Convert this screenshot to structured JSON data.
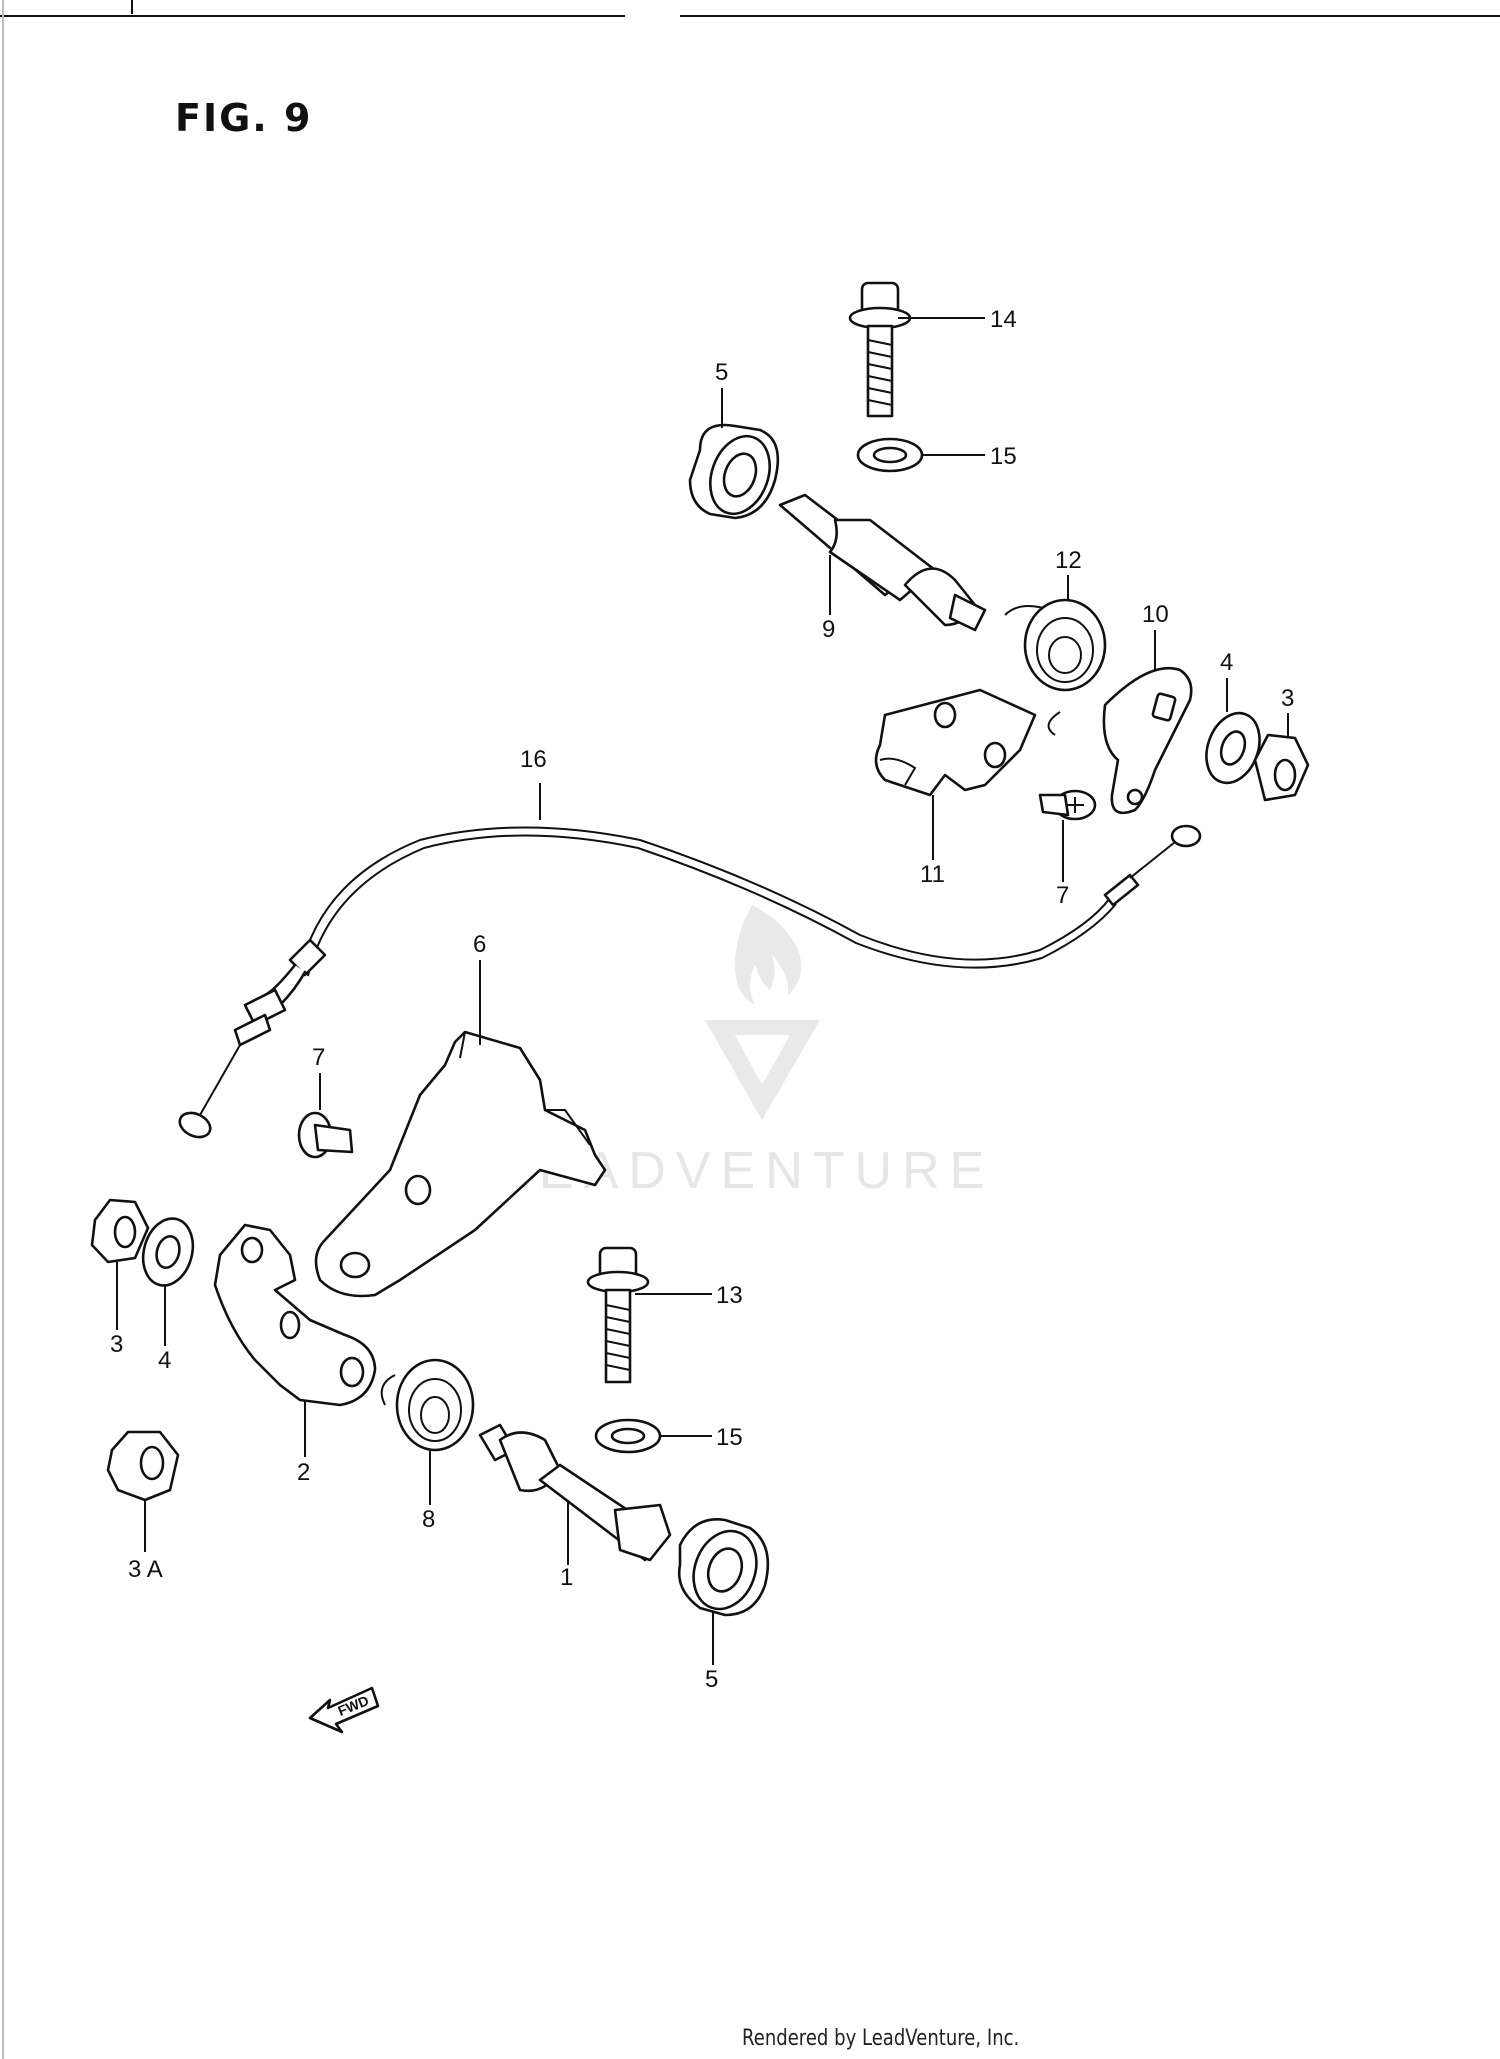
{
  "figure": {
    "title": "FIG. 9"
  },
  "watermark": {
    "text": "LEADVENTURE"
  },
  "footer": {
    "text": "Rendered by LeadVenture, Inc."
  },
  "fwd_arrow": {
    "text": "FWD"
  },
  "callouts": {
    "c14": "14",
    "c15a": "15",
    "c5a": "5",
    "c9": "9",
    "c12": "12",
    "c10": "10",
    "c4a": "4",
    "c3a": "3",
    "c16": "16",
    "c11": "11",
    "c7a": "7",
    "c6": "6",
    "c7b": "7",
    "c3b": "3",
    "c4b": "4",
    "c13": "13",
    "c15b": "15",
    "c2": "2",
    "c8": "8",
    "c3A": "3 A",
    "c1": "1",
    "c5b": "5"
  }
}
